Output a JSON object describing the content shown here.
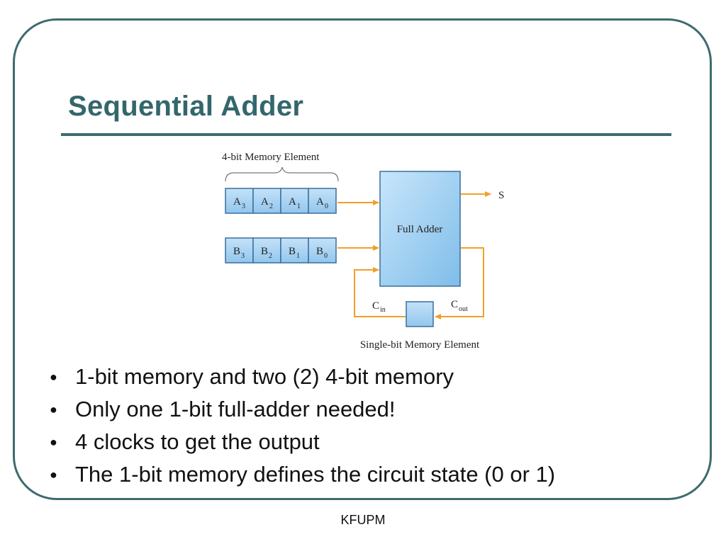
{
  "slide": {
    "title": "Sequential Adder",
    "footer": "KFUPM",
    "bullets": [
      "1-bit memory and two (2) 4-bit memory",
      "Only one 1-bit full-adder needed!",
      "4 clocks to get the output",
      "The 1-bit memory defines the circuit state (0 or 1)"
    ],
    "bullet_symbol": "●"
  },
  "diagram": {
    "register_label": "4-bit Memory Element",
    "register_a": [
      {
        "letter": "A",
        "sub": "3"
      },
      {
        "letter": "A",
        "sub": "2"
      },
      {
        "letter": "A",
        "sub": "1"
      },
      {
        "letter": "A",
        "sub": "0"
      }
    ],
    "register_b": [
      {
        "letter": "B",
        "sub": "3"
      },
      {
        "letter": "B",
        "sub": "2"
      },
      {
        "letter": "B",
        "sub": "1"
      },
      {
        "letter": "B",
        "sub": "0"
      }
    ],
    "adder_label": "Full Adder",
    "sum_label": "S",
    "cin": {
      "letter": "C",
      "sub": "in"
    },
    "cout": {
      "letter": "C",
      "sub": "out"
    },
    "memory_label": "Single-bit Memory Element"
  },
  "colors": {
    "frame": "#3d6b6e",
    "title": "#33676b",
    "cell_fill": "#a9d1f2",
    "cell_border": "#3a6f9c",
    "wire": "#f0a02a"
  }
}
